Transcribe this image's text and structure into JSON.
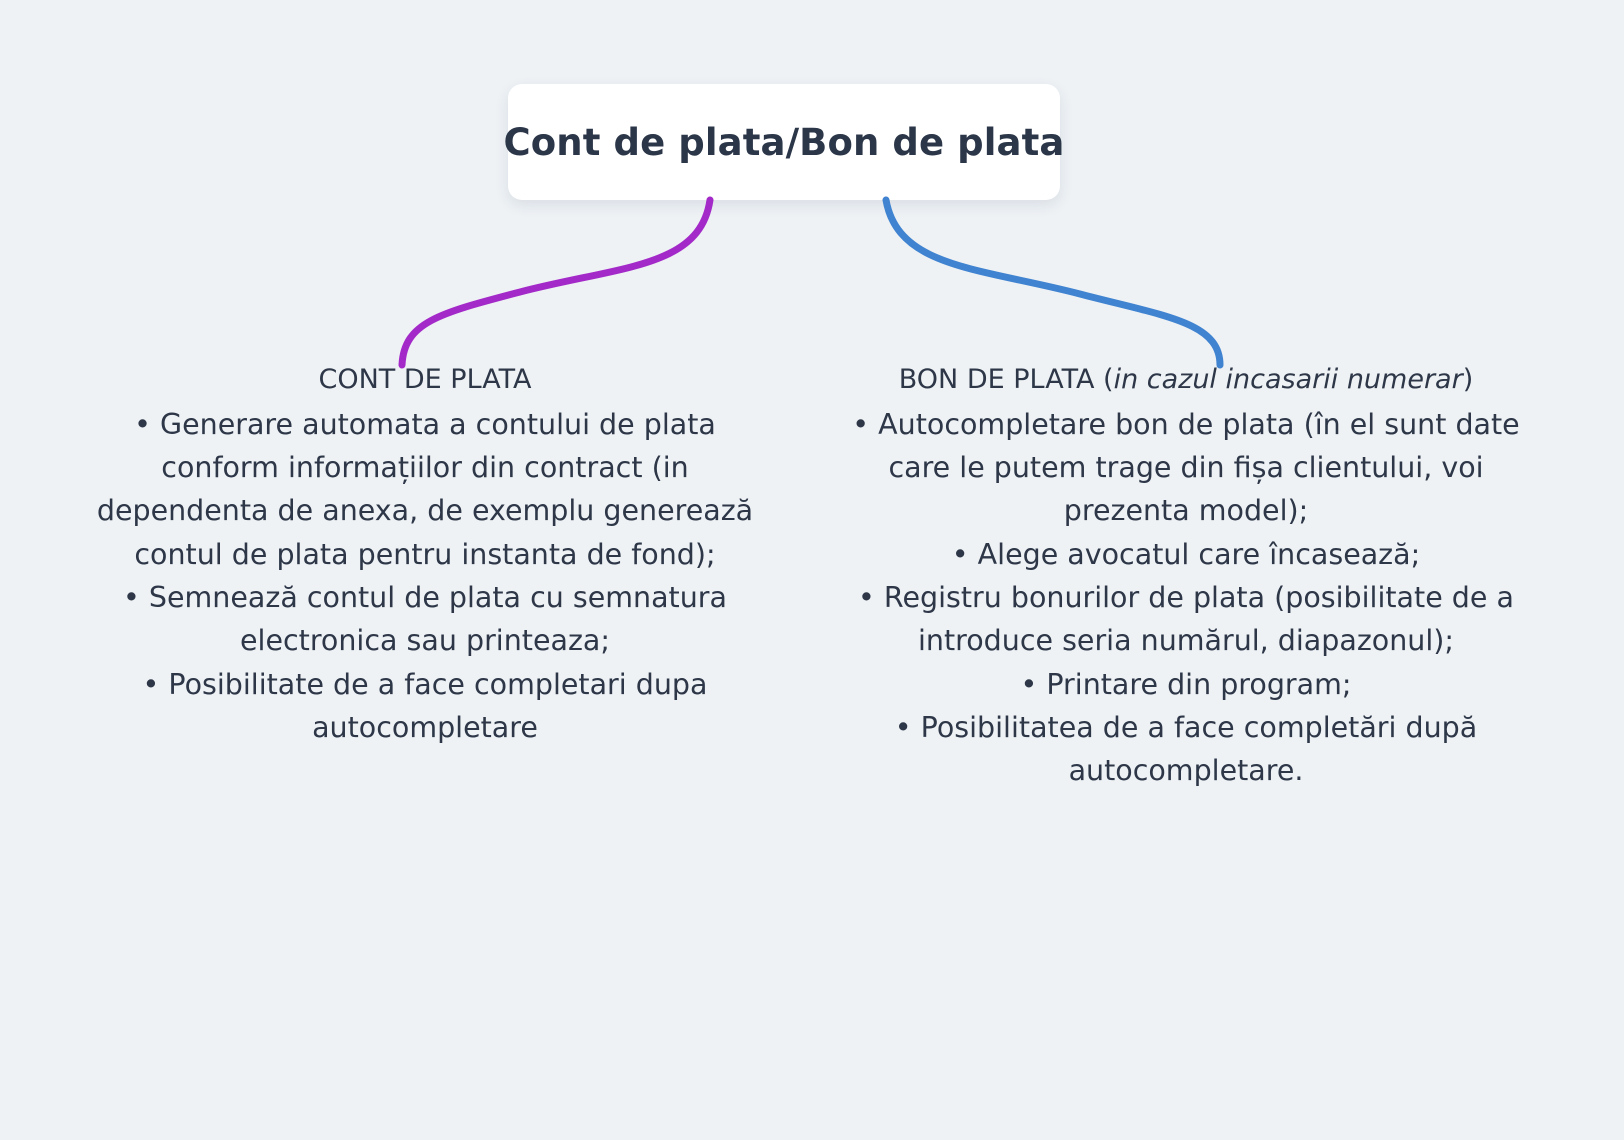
{
  "diagram": {
    "type": "mind-map",
    "background_color": "#eef2f5",
    "root": {
      "title": "Cont de plata/Bon de plata",
      "card_color": "#ffffff",
      "text_color": "#2b3648"
    },
    "branches": [
      {
        "id": "cont-de-plata",
        "heading": "CONT DE PLATA",
        "heading_note": "",
        "connector_color": "#a32ac8",
        "items": [
          "Generare automata a contului de plata conform informațiilor din contract (in dependenta de anexa, de exemplu generează contul de plata pentru instanta de fond);",
          "Semnează contul de plata cu semnatura electronica sau printeaza;",
          "Posibilitate de a face completari dupa autocompletare"
        ]
      },
      {
        "id": "bon-de-plata",
        "heading": "BON DE PLATA",
        "heading_note": "in cazul incasarii numerar",
        "connector_color": "#4083d0",
        "items": [
          "Autocompletare bon de plata (în el sunt date care le putem trage din fișa clientului, voi prezenta model);",
          "Alege avocatul care încasează;",
          "Registru bonurilor de plata (posibilitate de a introduce seria numărul, diapazonul);",
          "Printare din program;",
          "Posibilitatea de a face completări după autocompletare."
        ]
      }
    ],
    "bullet_glyph": "•"
  }
}
